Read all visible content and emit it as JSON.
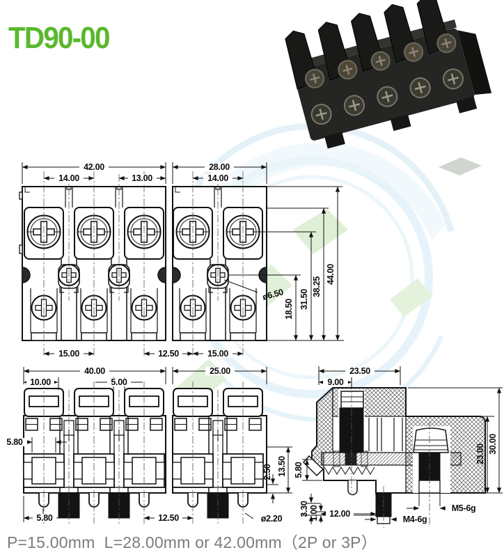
{
  "title": "TD90-00",
  "footer": "P=15.00mm  L=28.00mm or 42.00mm（2P or 3P）",
  "colors": {
    "title_green": "#5ab82d",
    "footer_gray": "#7b7b7b",
    "drawing_line": "#111111",
    "watermark_blue": "#cfe8f4",
    "watermark_green": "#c9e5ba"
  },
  "front_view": {
    "dims": {
      "overall_3p": "42.00",
      "pitch_3p_a": "14.00",
      "pitch_3p_b": "13.00",
      "overall_2p": "28.00",
      "pitch_2p": "14.00",
      "bottom_pitch_a": "15.00",
      "bottom_gap": "12.50",
      "bottom_pitch_b": "15.00",
      "h_mid_screw": "18.50",
      "h_top_screw": "31.50",
      "h_body": "38.25",
      "h_overall": "44.00",
      "hole_dia": "ø6.50"
    }
  },
  "plan_view": {
    "dims": {
      "overall_3p": "40.00",
      "edge_offset": "10.00",
      "gap": "5.00",
      "overall_2p": "25.00",
      "cavity_width": "5.80",
      "edge_pin": "5.80",
      "pin_gap": "12.50",
      "pin_dia": "ø2.20",
      "lip": "2.50",
      "depth": "13.50"
    }
  },
  "section_view": {
    "dims": {
      "overall_width": "23.50",
      "screw_offset": "9.00",
      "h_block": "23.00",
      "h_overall": "30.00",
      "wall": "5.80",
      "step_a": "3.30",
      "step_b": "1.00",
      "base_width": "12.00",
      "thread_center": "M4-6g",
      "thread_side": "M5-6g"
    }
  }
}
